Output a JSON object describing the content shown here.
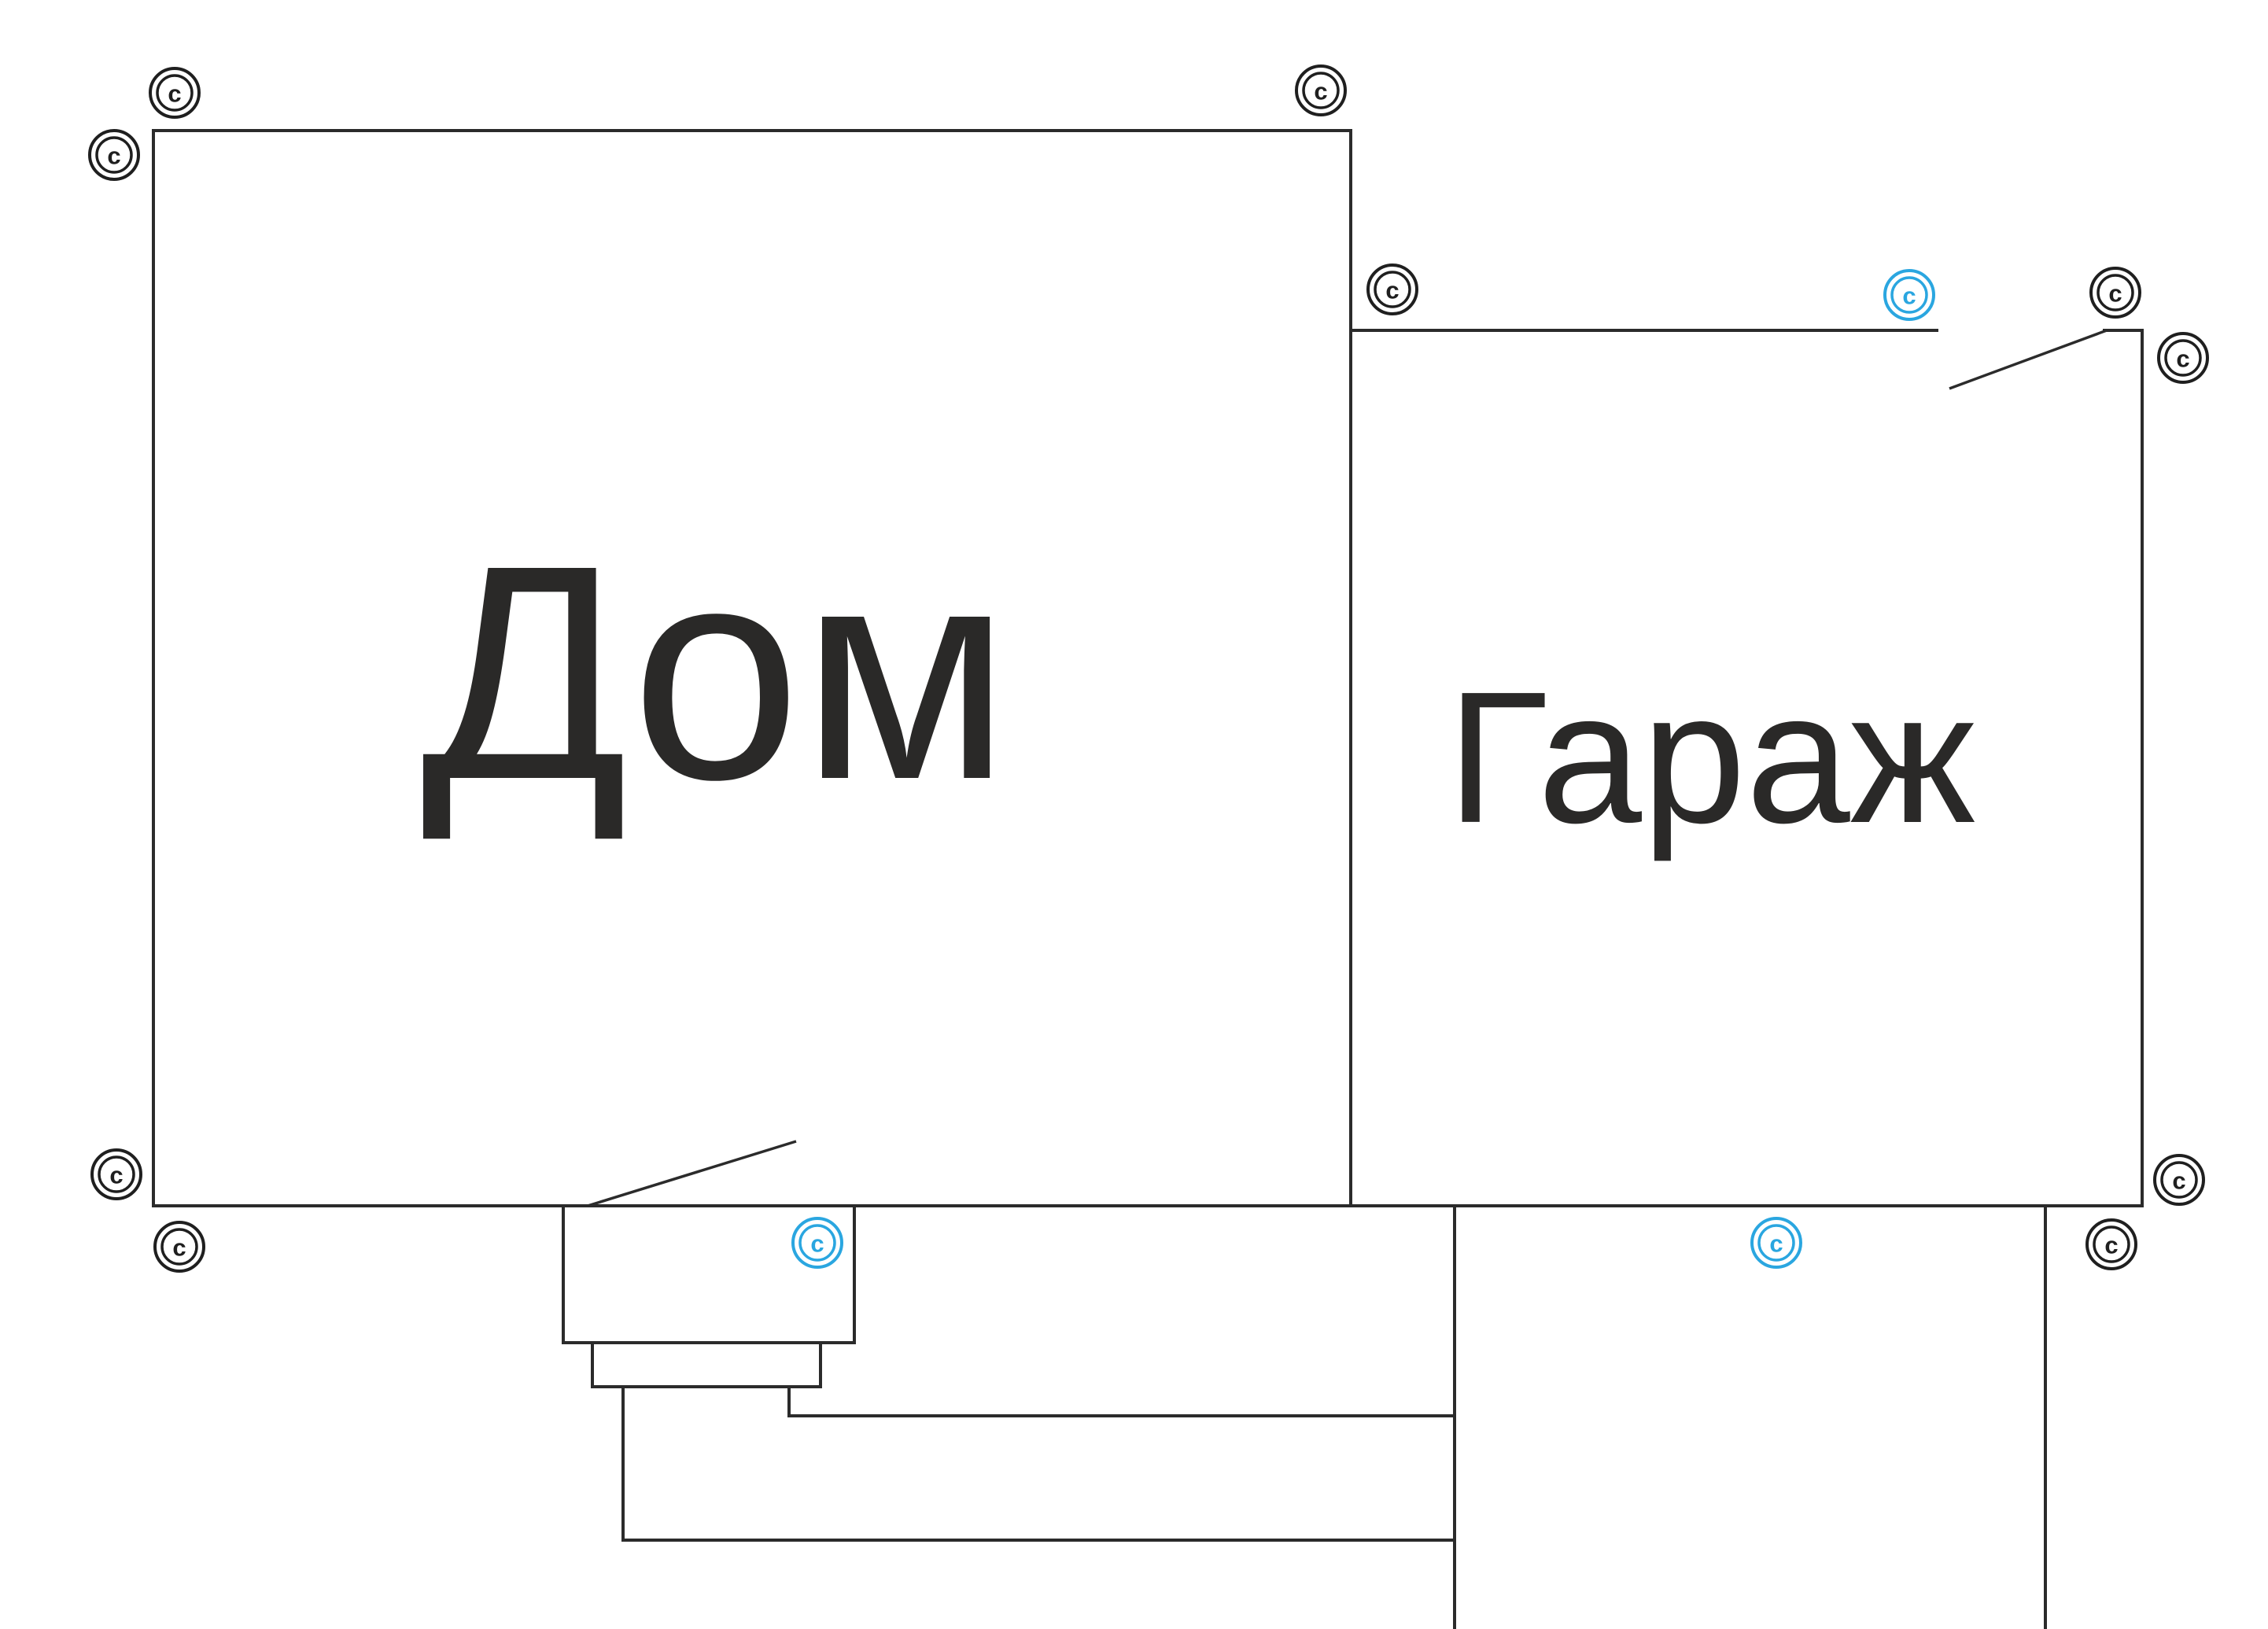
{
  "rooms": {
    "house": {
      "label": "Дом"
    },
    "garage": {
      "label": "Гараж"
    }
  },
  "marker_text": "c",
  "colors": {
    "line": "#2b2b2b",
    "label": "#2a2928",
    "marker_dark": "#1f1f1f",
    "marker_blue": "#2aa6e0",
    "background": "#ffffff"
  }
}
